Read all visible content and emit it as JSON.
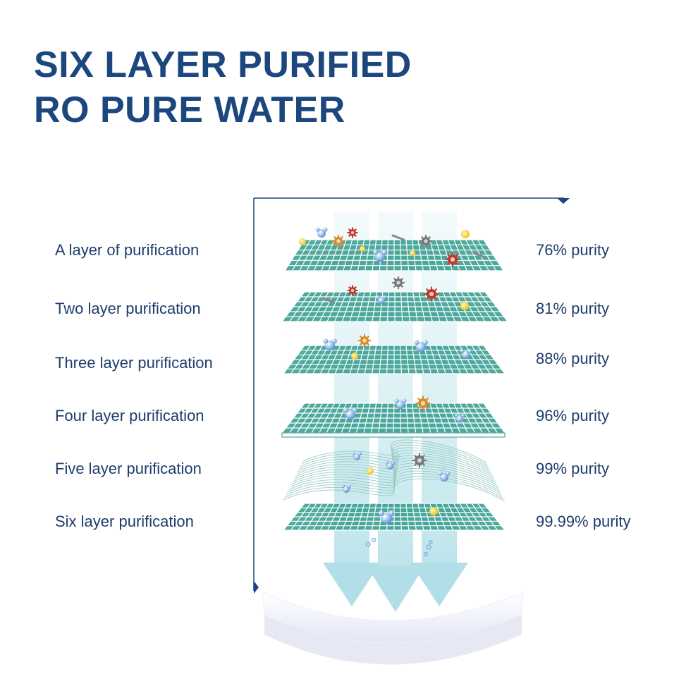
{
  "title": {
    "line1": "SIX LAYER PURIFIED",
    "line2": "RO PURE WATER"
  },
  "colors": {
    "title": "#1c467e",
    "text": "#1f3c6b",
    "mesh": "#2f9a8c",
    "arrow": "#cfeaf0"
  },
  "layers": [
    {
      "label": "A layer of purification",
      "purity": "76% purity"
    },
    {
      "label": "Two layer purification",
      "purity": "81% purity"
    },
    {
      "label": "Three layer purification",
      "purity": "88% purity"
    },
    {
      "label": "Four layer purification",
      "purity": "96% purity"
    },
    {
      "label": "Five layer purification",
      "purity": "99% purity"
    },
    {
      "label": "Six layer purification",
      "purity": "99.99% purity"
    }
  ]
}
